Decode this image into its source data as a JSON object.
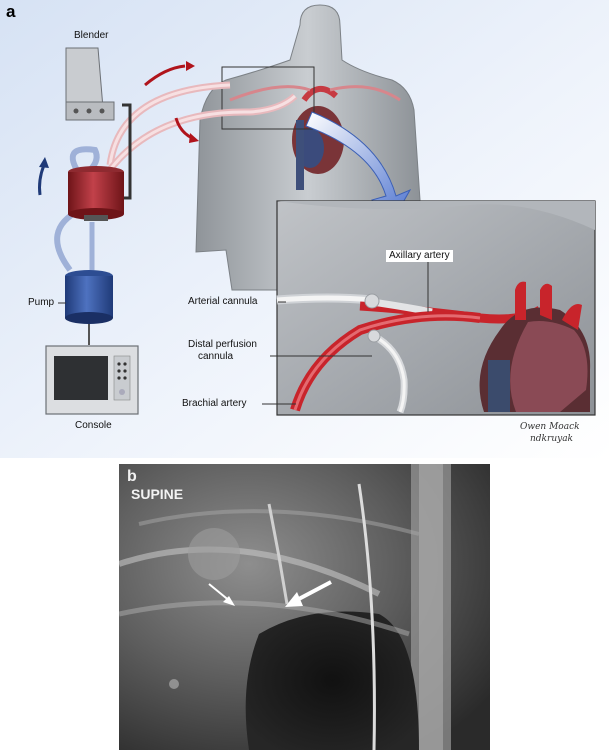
{
  "panel_a": {
    "letter": "a",
    "labels": {
      "blender": "Blender",
      "pump": "Pump",
      "console": "Console",
      "axillary_artery": "Axillary artery",
      "arterial_cannula": "Arterial cannula",
      "distal_perfusion_1": "Distal perfusion",
      "distal_perfusion_2": "cannula",
      "brachial_artery": "Brachial artery"
    },
    "signature_line1": "Owen Moack",
    "signature_line2": "ndkruyak"
  },
  "panel_b": {
    "letter": "b",
    "title": "SUPINE"
  },
  "colors": {
    "artery_red": "#c8242b",
    "vein_blue": "#2c4a8c",
    "flow_arrow_red": "#b0141c",
    "inset_arrow_blue": "#6e8fd8"
  }
}
